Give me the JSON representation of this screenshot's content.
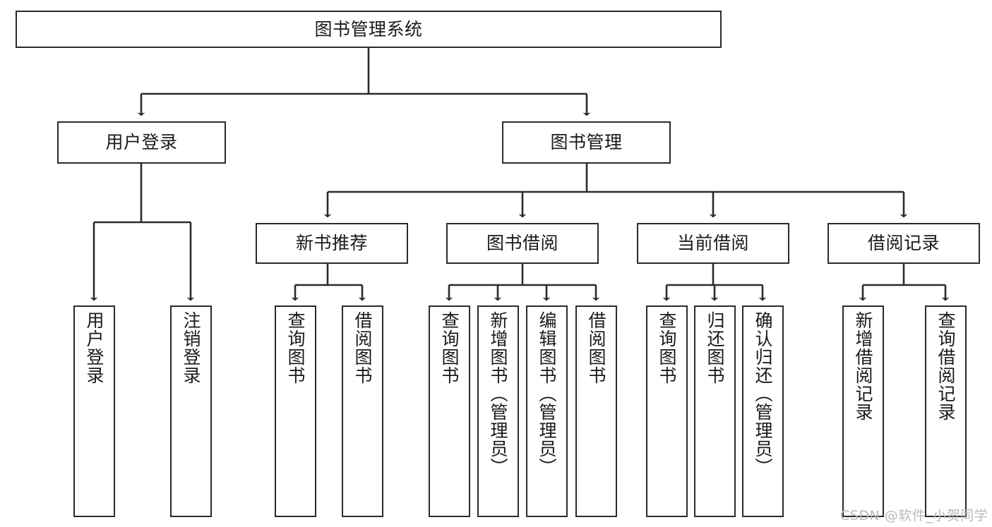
{
  "diagram": {
    "title": "图书管理系统",
    "watermark": "CSDN @软件_小贺同学",
    "stroke_color": "#2b2b2b",
    "fill_color": "#ffffff",
    "text_color": "#1a1a1a",
    "watermark_color": "#b9b9b9",
    "nodes": {
      "root": "图书管理系统",
      "level2": {
        "user_login": "用户登录",
        "book_manage": "图书管理"
      },
      "level3": {
        "new_book_recommend": "新书推荐",
        "book_borrow": "图书借阅",
        "current_borrow": "当前借阅",
        "borrow_record": "借阅记录"
      },
      "leaves": {
        "user_login_children": [
          "用户登录",
          "注销登录"
        ],
        "new_book_recommend_children": [
          "查询图书",
          "借阅图书"
        ],
        "book_borrow_children": [
          "查询图书",
          "新增图书（管理员）",
          "编辑图书（管理员）",
          "借阅图书"
        ],
        "current_borrow_children": [
          "查询图书",
          "归还图书",
          "确认归还（管理员）"
        ],
        "borrow_record_children": [
          "新增借阅记录",
          "查询借阅记录"
        ]
      }
    }
  },
  "chart_data": {
    "type": "table",
    "title": "图书管理系统 功能结构图",
    "tree": {
      "name": "图书管理系统",
      "children": [
        {
          "name": "用户登录",
          "children": [
            {
              "name": "用户登录",
              "children": []
            },
            {
              "name": "注销登录",
              "children": []
            }
          ]
        },
        {
          "name": "图书管理",
          "children": [
            {
              "name": "新书推荐",
              "children": [
                {
                  "name": "查询图书",
                  "children": []
                },
                {
                  "name": "借阅图书",
                  "children": []
                }
              ]
            },
            {
              "name": "图书借阅",
              "children": [
                {
                  "name": "查询图书",
                  "children": []
                },
                {
                  "name": "新增图书（管理员）",
                  "children": []
                },
                {
                  "name": "编辑图书（管理员）",
                  "children": []
                },
                {
                  "name": "借阅图书",
                  "children": []
                }
              ]
            },
            {
              "name": "当前借阅",
              "children": [
                {
                  "name": "查询图书",
                  "children": []
                },
                {
                  "name": "归还图书",
                  "children": []
                },
                {
                  "name": "确认归还（管理员）",
                  "children": []
                }
              ]
            },
            {
              "name": "借阅记录",
              "children": [
                {
                  "name": "新增借阅记录",
                  "children": []
                },
                {
                  "name": "查询借阅记录",
                  "children": []
                }
              ]
            }
          ]
        }
      ]
    }
  }
}
